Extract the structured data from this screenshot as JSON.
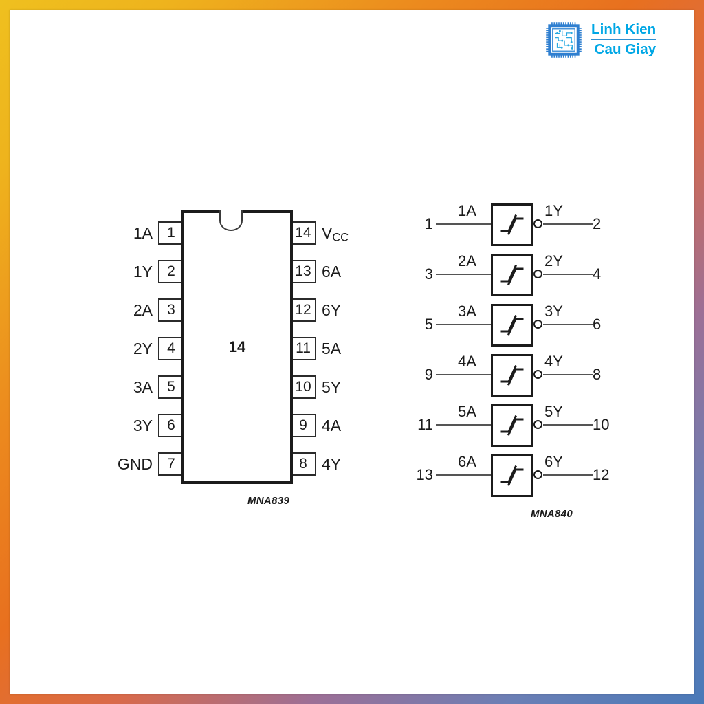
{
  "brand": {
    "line1": "Linh Kien",
    "line2": "Cau Giay",
    "mark_icon": "microchip-icon",
    "color": "#00a7e5"
  },
  "package_diagram": {
    "figure_id": "MNA839",
    "pin_count_label": "14",
    "notch_icon": "package-notch-icon",
    "left_pins": [
      {
        "number": "1",
        "name": "1A"
      },
      {
        "number": "2",
        "name": "1Y"
      },
      {
        "number": "3",
        "name": "2A"
      },
      {
        "number": "4",
        "name": "2Y"
      },
      {
        "number": "5",
        "name": "3A"
      },
      {
        "number": "6",
        "name": "3Y"
      },
      {
        "number": "7",
        "name": "GND"
      }
    ],
    "right_pins": [
      {
        "number": "14",
        "name": "V",
        "sub": "CC"
      },
      {
        "number": "13",
        "name": "6A",
        "sub": ""
      },
      {
        "number": "12",
        "name": "6Y",
        "sub": ""
      },
      {
        "number": "11",
        "name": "5A",
        "sub": ""
      },
      {
        "number": "10",
        "name": "5Y",
        "sub": ""
      },
      {
        "number": "9",
        "name": "4A",
        "sub": ""
      },
      {
        "number": "8",
        "name": "4Y",
        "sub": ""
      }
    ]
  },
  "logic_diagram": {
    "figure_id": "MNA840",
    "gate_icon": "schmitt-trigger-inverter-icon",
    "bubble_icon": "inverting-bubble-icon",
    "gates": [
      {
        "in_pin": "1",
        "in_sig": "1A",
        "out_sig": "1Y",
        "out_pin": "2"
      },
      {
        "in_pin": "3",
        "in_sig": "2A",
        "out_sig": "2Y",
        "out_pin": "4"
      },
      {
        "in_pin": "5",
        "in_sig": "3A",
        "out_sig": "3Y",
        "out_pin": "6"
      },
      {
        "in_pin": "9",
        "in_sig": "4A",
        "out_sig": "4Y",
        "out_pin": "8"
      },
      {
        "in_pin": "11",
        "in_sig": "5A",
        "out_sig": "5Y",
        "out_pin": "10"
      },
      {
        "in_pin": "13",
        "in_sig": "6A",
        "out_sig": "6Y",
        "out_pin": "12"
      }
    ]
  }
}
